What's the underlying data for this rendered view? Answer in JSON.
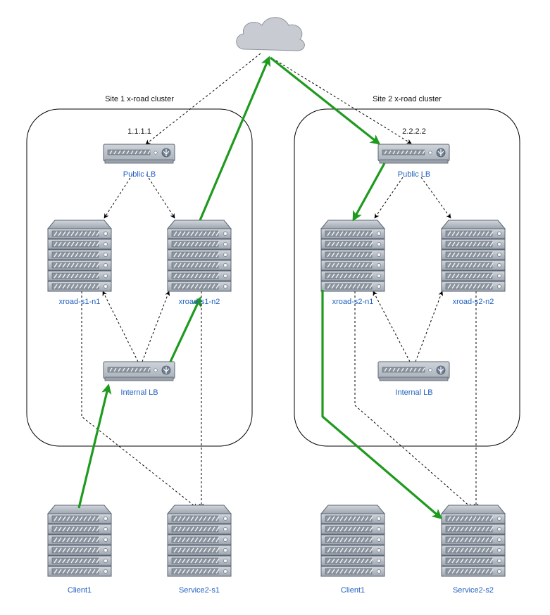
{
  "clusters": [
    {
      "title": "Site 1 x-road cluster",
      "public_ip": "1.1.1.1"
    },
    {
      "title": "Site 2 x-road cluster",
      "public_ip": "2.2.2.2"
    }
  ],
  "devices": {
    "s1_public_lb": "Public LB",
    "s1_internal_lb": "Internal LB",
    "s2_public_lb": "Public LB",
    "s2_internal_lb": "Internal LB"
  },
  "servers": {
    "s1_n1": "xroad-s1-n1",
    "s1_n2": "xroad-s1-n2",
    "s2_n1": "xroad-s2-n1",
    "s2_n2": "xroad-s2-n2",
    "client_s1": "Client1",
    "service_s1": "Service2-s1",
    "client_s2": "Client1",
    "service_s2": "Service2-s2"
  },
  "colors": {
    "active_path": "#1e9a1e",
    "label_blue": "#1f5fbf",
    "device_gray": "#bcc2ca",
    "cloud_gray": "#c8ccd2"
  }
}
